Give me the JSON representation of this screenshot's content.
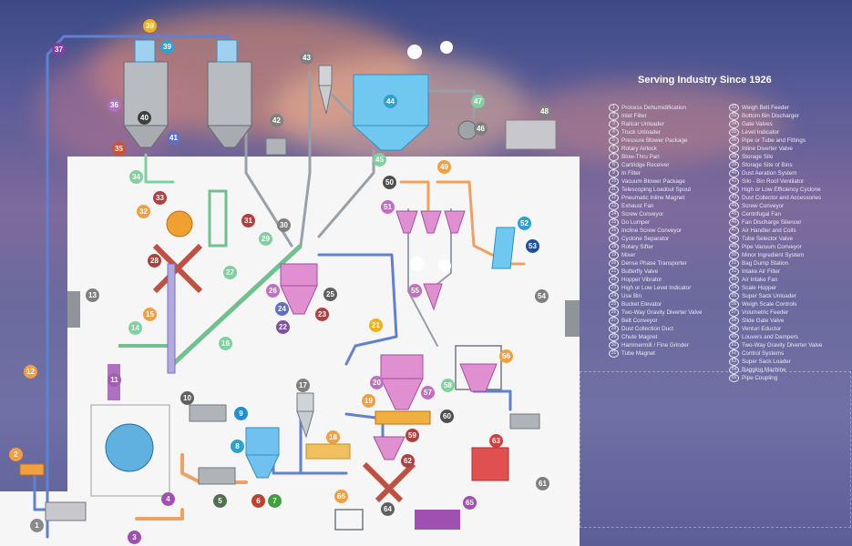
{
  "tagline": "Serving Industry Since 1926",
  "legend_left": [
    {
      "n": "1",
      "label": "Process Dehumidification"
    },
    {
      "n": "2",
      "label": "Inlet Filter"
    },
    {
      "n": "3",
      "label": "Railcar Unloader"
    },
    {
      "n": "4",
      "label": "Truck Unloader"
    },
    {
      "n": "5",
      "label": "Pressure Blower Package"
    },
    {
      "n": "6",
      "label": "Rotary Airlock"
    },
    {
      "n": "7",
      "label": "Blow-Thru Pan"
    },
    {
      "n": "8",
      "label": "Cartridge Receiver"
    },
    {
      "n": "9",
      "label": "In Filter"
    },
    {
      "n": "10",
      "label": "Vacuum Blower Package"
    },
    {
      "n": "11",
      "label": "Telescoping Loadout Spout"
    },
    {
      "n": "12",
      "label": "Pneumatic Inline Magnet"
    },
    {
      "n": "13",
      "label": "Exhaust Fan"
    },
    {
      "n": "14",
      "label": "Screw Conveyor"
    },
    {
      "n": "15",
      "label": "Do Lumper"
    },
    {
      "n": "16",
      "label": "Incline Screw Conveyor"
    },
    {
      "n": "17",
      "label": "Cyclone Separator"
    },
    {
      "n": "18",
      "label": "Rotary Sifter"
    },
    {
      "n": "19",
      "label": "Mixer"
    },
    {
      "n": "20",
      "label": "Dense Phase Transporter"
    },
    {
      "n": "21",
      "label": "Butterfly Valve"
    },
    {
      "n": "22",
      "label": "Hopper Vibrator"
    },
    {
      "n": "23",
      "label": "High or Low Level Indicator"
    },
    {
      "n": "24",
      "label": "Use Bin"
    },
    {
      "n": "25",
      "label": "Bucket Elevator"
    },
    {
      "n": "26",
      "label": "Two-Way Gravity Diverter Valve"
    },
    {
      "n": "27",
      "label": "Belt Conveyor"
    },
    {
      "n": "28",
      "label": "Dust Collection Duct"
    },
    {
      "n": "29",
      "label": "Chute Magnet"
    },
    {
      "n": "30",
      "label": "Hammermill / Fine Grinder"
    },
    {
      "n": "31",
      "label": "Tube Magnet"
    }
  ],
  "legend_right": [
    {
      "n": "32",
      "label": "Weigh Belt Feeder"
    },
    {
      "n": "33",
      "label": "Bottom Bin Discharger"
    },
    {
      "n": "34",
      "label": "Gate Valves"
    },
    {
      "n": "35",
      "label": "Level Indicator"
    },
    {
      "n": "36",
      "label": "Pipe or Tube and Fittings"
    },
    {
      "n": "37",
      "label": "Inline Diverter Valve"
    },
    {
      "n": "38",
      "label": "Storage Silo"
    },
    {
      "n": "39",
      "label": "Storage Site of Bins"
    },
    {
      "n": "40",
      "label": "Dust Aeration System"
    },
    {
      "n": "41",
      "label": "Silo - Bin Roof Ventilator"
    },
    {
      "n": "42",
      "label": "High or Low Efficiency Cyclone"
    },
    {
      "n": "43",
      "label": "Dust Collector and Accessories"
    },
    {
      "n": "44",
      "label": "Screw Conveyor"
    },
    {
      "n": "45",
      "label": "Centrifugal Fan"
    },
    {
      "n": "46",
      "label": "Fan Discharge Silencer"
    },
    {
      "n": "47",
      "label": "Air Handler and Coils"
    },
    {
      "n": "48",
      "label": "Tube Selector Valve"
    },
    {
      "n": "49",
      "label": "Pipe Vacuum Conveyor"
    },
    {
      "n": "50",
      "label": "Minor Ingredient System"
    },
    {
      "n": "51",
      "label": "Bag Dump Station"
    },
    {
      "n": "52",
      "label": "Intake Air Filter"
    },
    {
      "n": "53",
      "label": "Air Intake Fan"
    },
    {
      "n": "54",
      "label": "Scale Hopper"
    },
    {
      "n": "55",
      "label": "Super Sack Unloader"
    },
    {
      "n": "56",
      "label": "Weigh Scale Controls"
    },
    {
      "n": "57",
      "label": "Volumetric Feeder"
    },
    {
      "n": "58",
      "label": "Slide Gate Valve"
    },
    {
      "n": "59",
      "label": "Venturi Eductor"
    },
    {
      "n": "60",
      "label": "Louvers and Dampers"
    },
    {
      "n": "61",
      "label": "Two-Way Gravity Diverter Valve"
    },
    {
      "n": "62",
      "label": "Control Systems"
    },
    {
      "n": "63",
      "label": "Super Sack Loader"
    },
    {
      "n": "64",
      "label": "Bagging Machine"
    },
    {
      "n": "65",
      "label": "Pipe Coupling"
    }
  ],
  "badges": [
    {
      "n": "1",
      "color": "#8a8a8a"
    },
    {
      "n": "2",
      "color": "#f0a040"
    },
    {
      "n": "3",
      "color": "#a050b0"
    },
    {
      "n": "4",
      "color": "#a050b0"
    },
    {
      "n": "5",
      "color": "#507050"
    },
    {
      "n": "6",
      "color": "#c04030"
    },
    {
      "n": "7",
      "color": "#40a040"
    },
    {
      "n": "8",
      "color": "#30a0d0"
    },
    {
      "n": "9",
      "color": "#2090d0"
    },
    {
      "n": "10",
      "color": "#606060"
    },
    {
      "n": "11",
      "color": "#a060b0"
    },
    {
      "n": "12",
      "color": "#f0a040"
    },
    {
      "n": "13",
      "color": "#808080"
    },
    {
      "n": "14",
      "color": "#80d0a0"
    },
    {
      "n": "15",
      "color": "#f0a040"
    },
    {
      "n": "16",
      "color": "#80d0a0"
    },
    {
      "n": "17",
      "color": "#808080"
    },
    {
      "n": "18",
      "color": "#f0a040"
    },
    {
      "n": "19",
      "color": "#f0a040"
    },
    {
      "n": "20",
      "color": "#c070c0"
    },
    {
      "n": "21",
      "color": "#f0b020"
    },
    {
      "n": "22",
      "color": "#8050a0"
    },
    {
      "n": "23",
      "color": "#b04040"
    },
    {
      "n": "24",
      "color": "#6070c0"
    },
    {
      "n": "25",
      "color": "#606060"
    },
    {
      "n": "26",
      "color": "#c070c0"
    },
    {
      "n": "27",
      "color": "#80d0a0"
    },
    {
      "n": "28",
      "color": "#b04040"
    },
    {
      "n": "29",
      "color": "#80d0a0"
    },
    {
      "n": "30",
      "color": "#808080"
    },
    {
      "n": "31",
      "color": "#b04040"
    },
    {
      "n": "32",
      "color": "#f0a040"
    },
    {
      "n": "33",
      "color": "#b04040"
    },
    {
      "n": "34",
      "color": "#80d0a0"
    },
    {
      "n": "35",
      "color": "#d05030"
    },
    {
      "n": "36",
      "color": "#b070c0"
    },
    {
      "n": "37",
      "color": "#8040a0"
    },
    {
      "n": "38",
      "color": "#f0b020"
    },
    {
      "n": "39",
      "color": "#30a0d0"
    },
    {
      "n": "40",
      "color": "#404040"
    },
    {
      "n": "41",
      "color": "#6070c0"
    },
    {
      "n": "42",
      "color": "#808080"
    },
    {
      "n": "43",
      "color": "#808080"
    },
    {
      "n": "44",
      "color": "#30a0d0"
    },
    {
      "n": "45",
      "color": "#80d0a0"
    },
    {
      "n": "46",
      "color": "#808080"
    },
    {
      "n": "47",
      "color": "#80d0a0"
    },
    {
      "n": "48",
      "color": "#808080"
    },
    {
      "n": "49",
      "color": "#f0a040"
    },
    {
      "n": "50",
      "color": "#505050"
    },
    {
      "n": "51",
      "color": "#c070c0"
    },
    {
      "n": "52",
      "color": "#30a0d0"
    },
    {
      "n": "53",
      "color": "#2050a0"
    },
    {
      "n": "54",
      "color": "#808080"
    },
    {
      "n": "55",
      "color": "#c070c0"
    },
    {
      "n": "56",
      "color": "#f0a040"
    },
    {
      "n": "57",
      "color": "#c070c0"
    },
    {
      "n": "58",
      "color": "#80d0a0"
    },
    {
      "n": "59",
      "color": "#b04040"
    },
    {
      "n": "60",
      "color": "#505050"
    },
    {
      "n": "61",
      "color": "#808080"
    },
    {
      "n": "62",
      "color": "#b04040"
    },
    {
      "n": "63",
      "color": "#d04040"
    },
    {
      "n": "64",
      "color": "#606060"
    },
    {
      "n": "65",
      "color": "#a050b0"
    },
    {
      "n": "66",
      "color": "#f0a040"
    }
  ]
}
